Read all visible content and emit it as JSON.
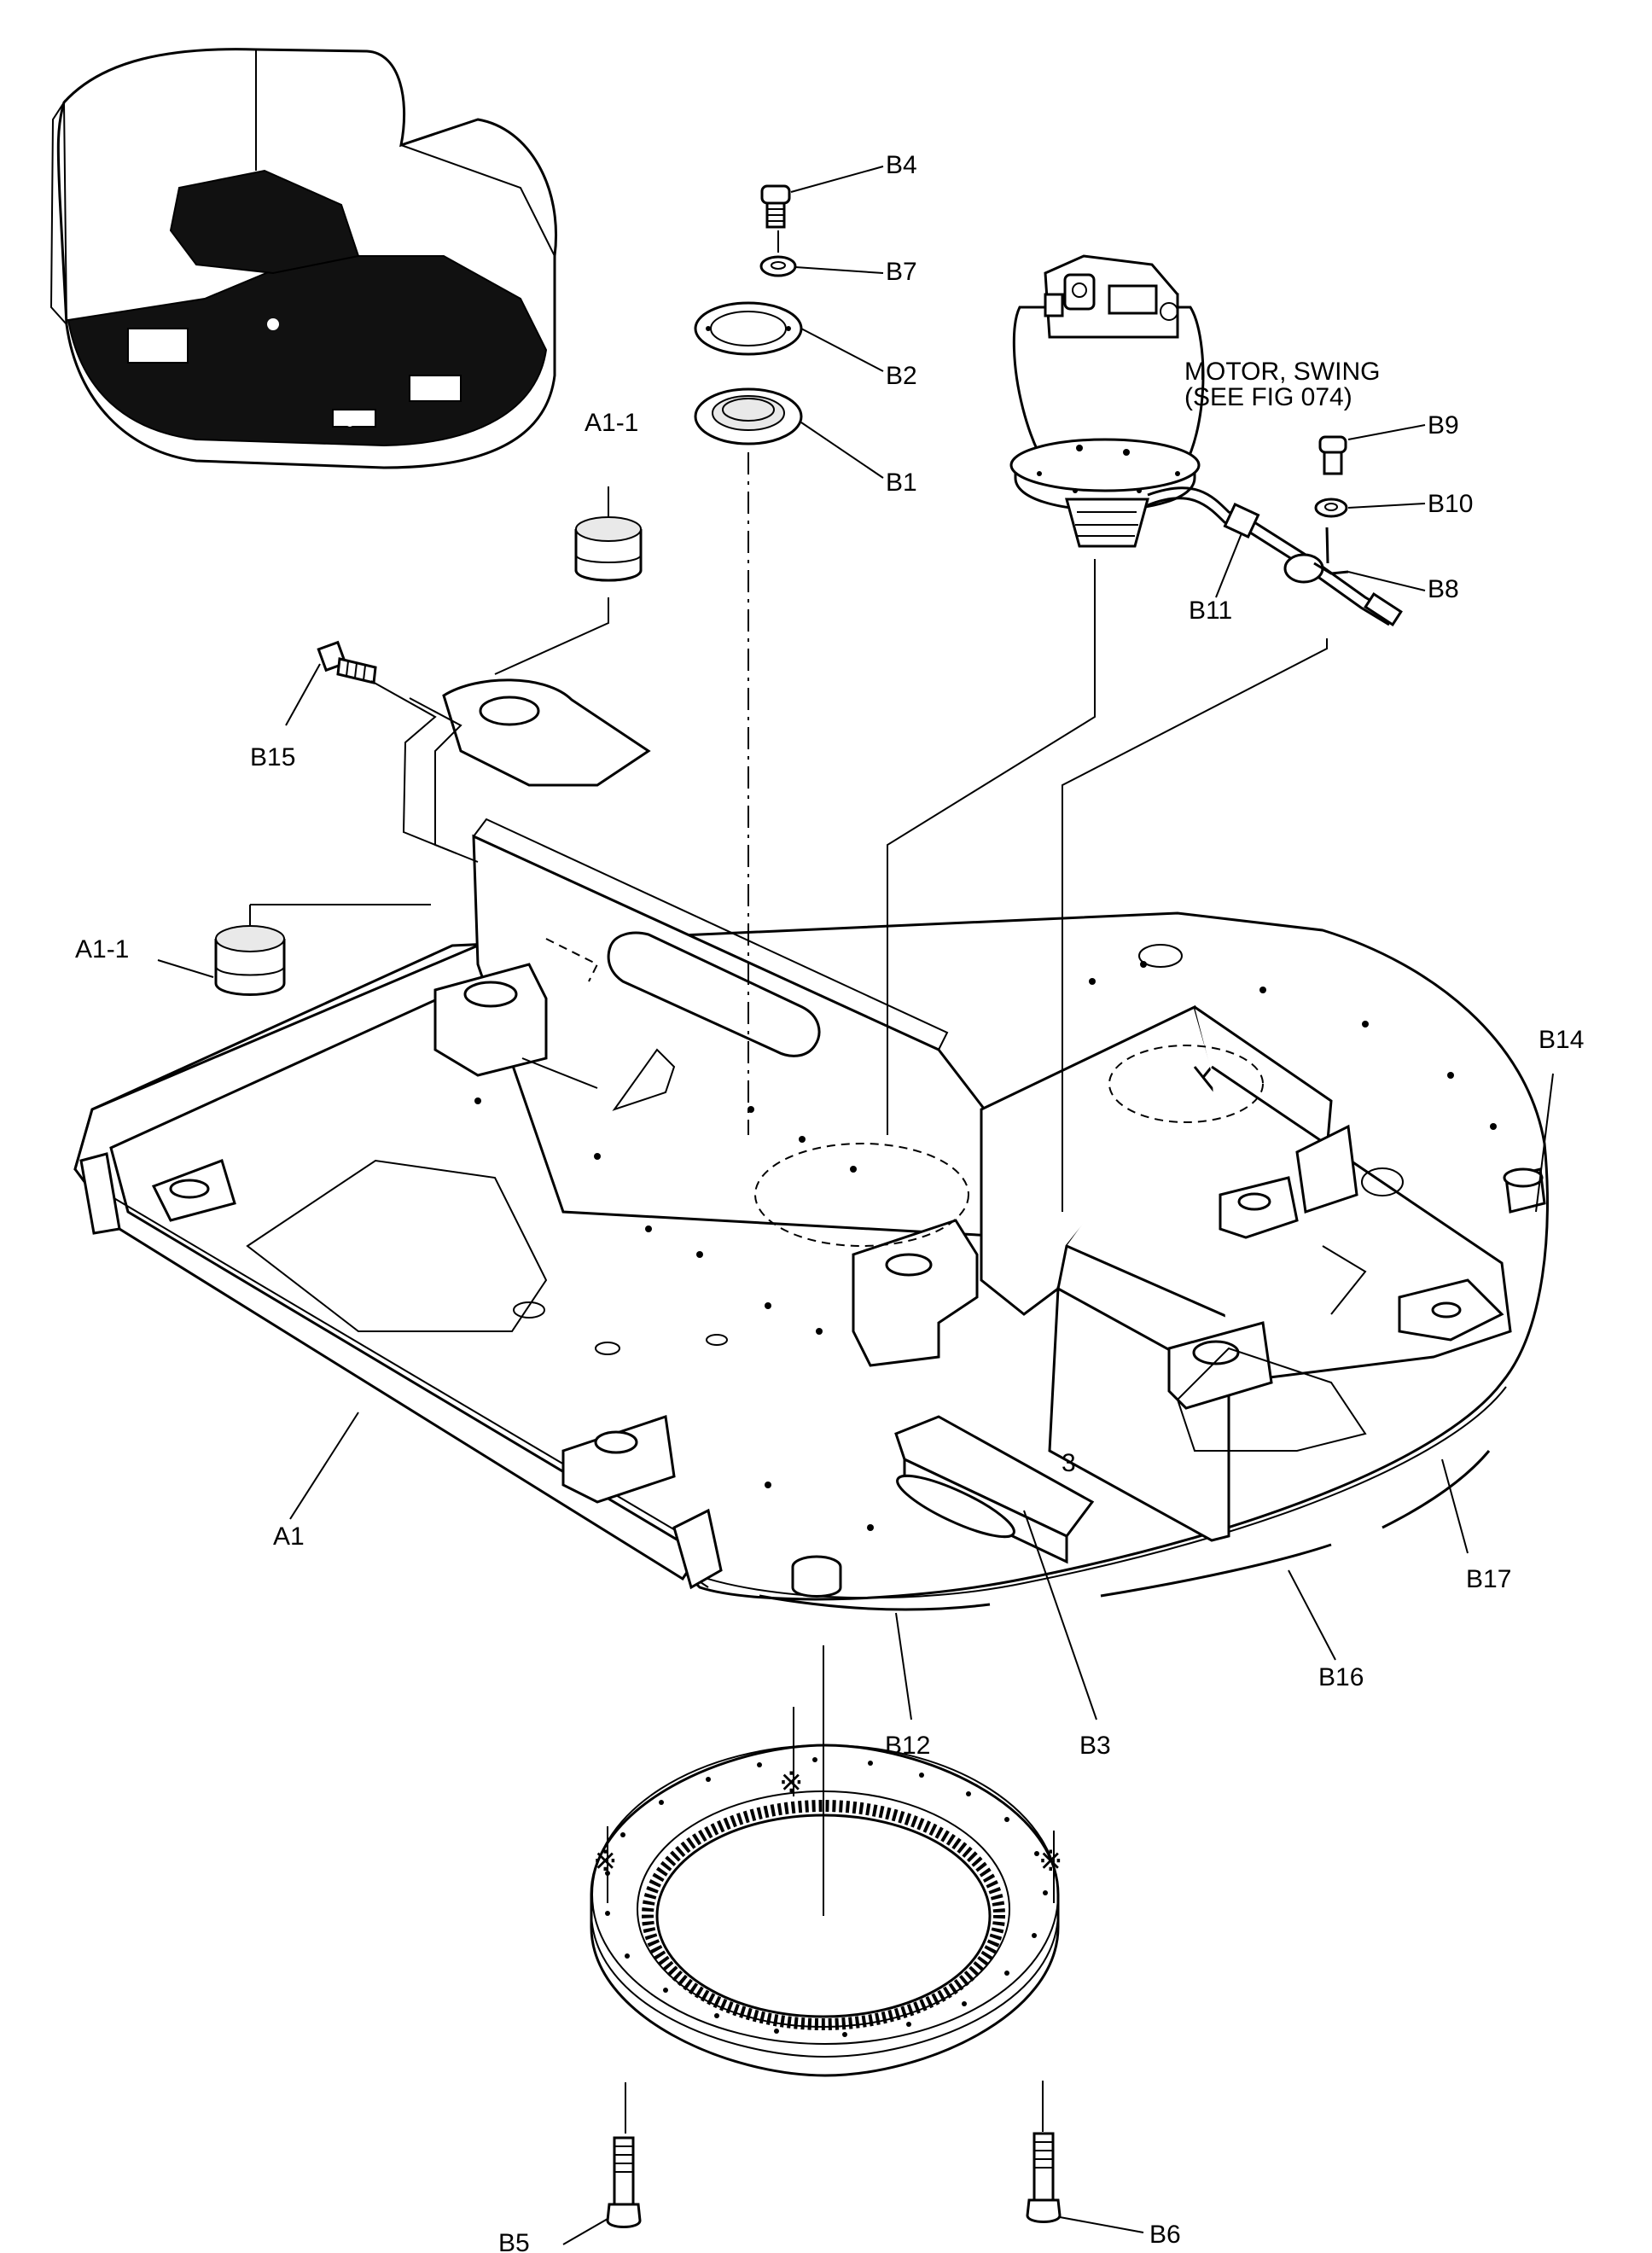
{
  "diagram": {
    "motor_note": {
      "line1": "MOTOR, SWING",
      "line2": "(SEE FIG 074)"
    },
    "callouts": {
      "b4": "B4",
      "b7": "B7",
      "b2": "B2",
      "b1": "B1",
      "b9": "B9",
      "b10": "B10",
      "b8": "B8",
      "b11": "B11",
      "a1_1_top": "A1-1",
      "a1_1_left": "A1-1",
      "b15": "B15",
      "b14": "B14",
      "a1": "A1",
      "b17": "B17",
      "b16": "B16",
      "b12": "B12",
      "b3": "B3",
      "b5": "B5",
      "b6": "B6",
      "frame_num": "3"
    },
    "ref_mark": "※"
  }
}
